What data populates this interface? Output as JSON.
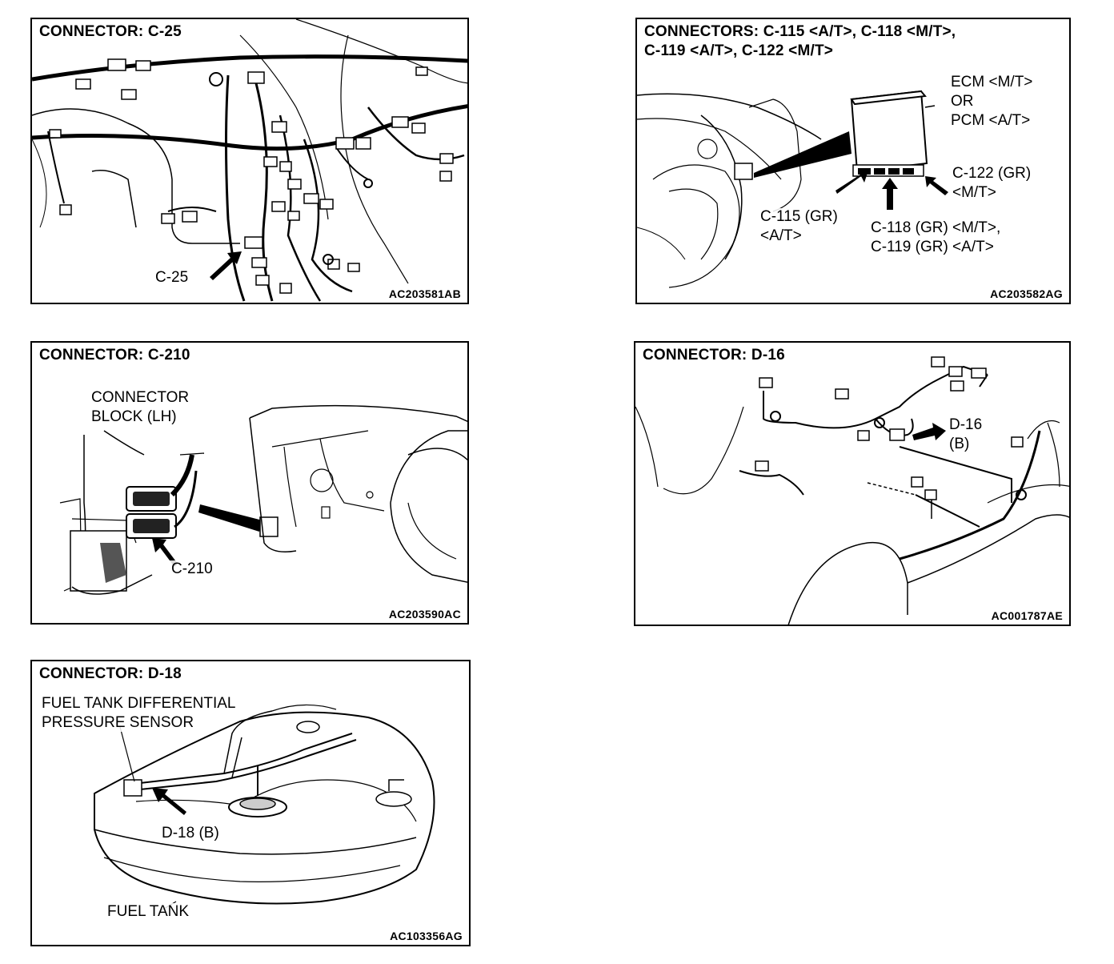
{
  "panels": {
    "c25": {
      "title": "CONNECTOR: C-25",
      "labels": {
        "connector": "C-25"
      },
      "code": "AC203581AB"
    },
    "c115": {
      "title_line1": "CONNECTORS: C-115 <A/T>, C-118 <M/T>,",
      "title_line2": "C-119 <A/T>, C-122 <M/T>",
      "labels": {
        "ecm1": "ECM <M/T>",
        "ecm2": "OR",
        "ecm3": "PCM <A/T>",
        "c122_1": "C-122 (GR)",
        "c122_2": "<M/T>",
        "c115_1": "C-115 (GR)",
        "c115_2": "<A/T>",
        "c118_1": "C-118 (GR) <M/T>,",
        "c118_2": "C-119 (GR) <A/T>"
      },
      "code": "AC203582AG"
    },
    "c210": {
      "title": "CONNECTOR: C-210",
      "labels": {
        "block1": "CONNECTOR",
        "block2": "BLOCK (LH)",
        "connector": "C-210"
      },
      "code": "AC203590AC"
    },
    "d16": {
      "title": "CONNECTOR: D-16",
      "labels": {
        "connector1": "D-16",
        "connector2": "(B)"
      },
      "code": "AC001787AE"
    },
    "d18": {
      "title": "CONNECTOR: D-18",
      "labels": {
        "sensor1": "FUEL TANK DIFFERENTIAL",
        "sensor2": "PRESSURE SENSOR",
        "connector": "D-18 (B)",
        "tank": "FUEL TANK"
      },
      "code": "AC103356AG"
    }
  }
}
